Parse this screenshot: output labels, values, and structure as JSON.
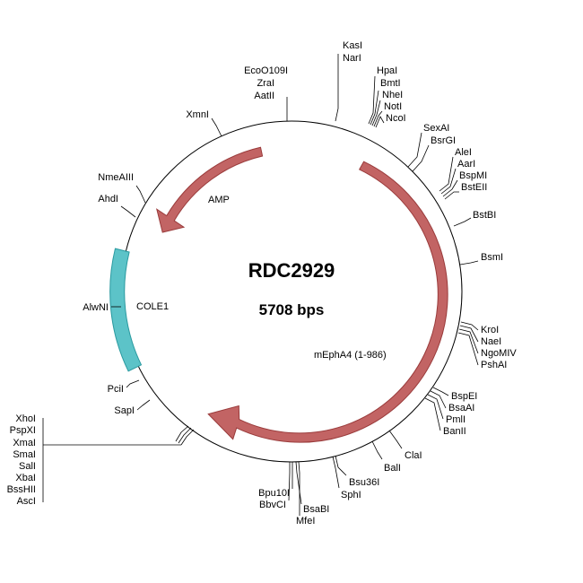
{
  "plasmid": {
    "name": "RDC2929",
    "size_label": "5708 bps"
  },
  "features": [
    {
      "name": "AMP",
      "color": "#c26464",
      "stroke": "#9a3b3b",
      "type": "arrow"
    },
    {
      "name": "COLE1",
      "color": "#5cc3c8",
      "stroke": "#2a9aa0",
      "type": "bar"
    },
    {
      "name": "mEphA4 (1-986)",
      "color": "#c26464",
      "stroke": "#9a3b3b",
      "type": "arrow"
    }
  ],
  "site_groups": [
    {
      "id": "kasi",
      "sites": [
        "KasI",
        "NarI"
      ]
    },
    {
      "id": "ecoo109i",
      "sites": [
        "EcoO109I",
        "ZraI",
        "AatII"
      ]
    },
    {
      "id": "hpai",
      "sites": [
        "HpaI",
        "BmtI",
        "NheI",
        "NotI",
        "NcoI"
      ]
    },
    {
      "id": "xmni",
      "sites": [
        "XmnI"
      ]
    },
    {
      "id": "sexai",
      "sites": [
        "SexAI",
        "BsrGI"
      ]
    },
    {
      "id": "alei",
      "sites": [
        "AleI",
        "AarI",
        "BspMI",
        "BstEII"
      ]
    },
    {
      "id": "nmeaiii",
      "sites": [
        "NmeAIII"
      ]
    },
    {
      "id": "ahdi",
      "sites": [
        "AhdI"
      ]
    },
    {
      "id": "bstbi",
      "sites": [
        "BstBI"
      ]
    },
    {
      "id": "bsmi",
      "sites": [
        "BsmI"
      ]
    },
    {
      "id": "alwni",
      "sites": [
        "AlwNI"
      ]
    },
    {
      "id": "kroi",
      "sites": [
        "KroI",
        "NaeI",
        "NgoMIV",
        "PshAI"
      ]
    },
    {
      "id": "pcii",
      "sites": [
        "PciI"
      ]
    },
    {
      "id": "bspei",
      "sites": [
        "BspEI",
        "BsaAI",
        "PmlI",
        "BanII"
      ]
    },
    {
      "id": "sapi",
      "sites": [
        "SapI"
      ]
    },
    {
      "id": "xhoi",
      "sites": [
        "XhoI",
        "PspXI",
        "XmaI",
        "SmaI",
        "SalI",
        "XbaI",
        "BssHII",
        "AscI"
      ]
    },
    {
      "id": "clai",
      "sites": [
        "ClaI"
      ]
    },
    {
      "id": "bali",
      "sites": [
        "BalI"
      ]
    },
    {
      "id": "bsu36i",
      "sites": [
        "Bsu36I",
        "SphI"
      ]
    },
    {
      "id": "bpu10i",
      "sites": [
        "Bpu10I",
        "BbvCI"
      ]
    },
    {
      "id": "bsabi",
      "sites": [
        "BsaBI",
        "MfeI"
      ]
    }
  ]
}
